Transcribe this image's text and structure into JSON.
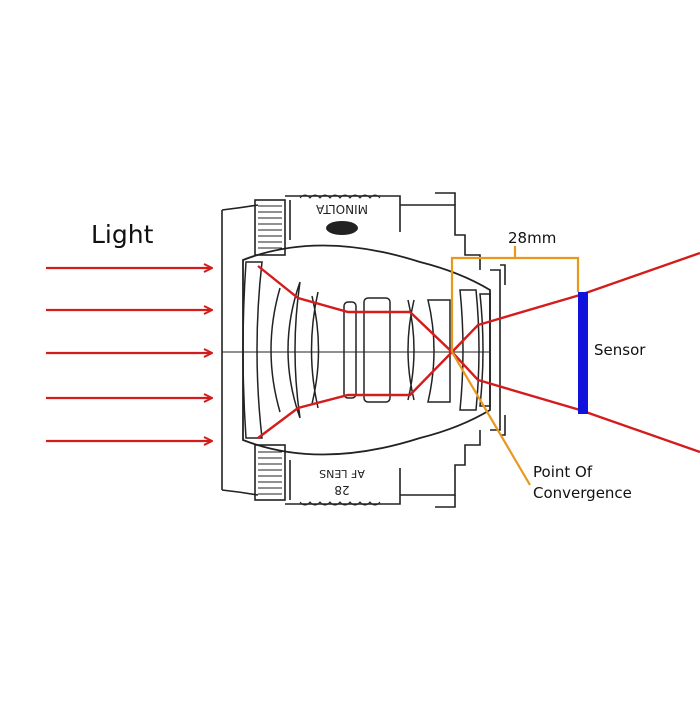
{
  "labels": {
    "light": "Light",
    "focal_length": "28mm",
    "sensor": "Sensor",
    "convergence_line1": "Point Of",
    "convergence_line2": "Convergence",
    "brand_engraving": "MINOLTA",
    "af_lens_engraving": "AF LENS",
    "lens_number": "28"
  },
  "colors": {
    "light_rays": "#d41c1c",
    "bracket": "#e8981c",
    "sensor": "#1212dd",
    "lens_ink": "#222222"
  },
  "icons": {
    "arrow": "right-arrow-icon"
  }
}
